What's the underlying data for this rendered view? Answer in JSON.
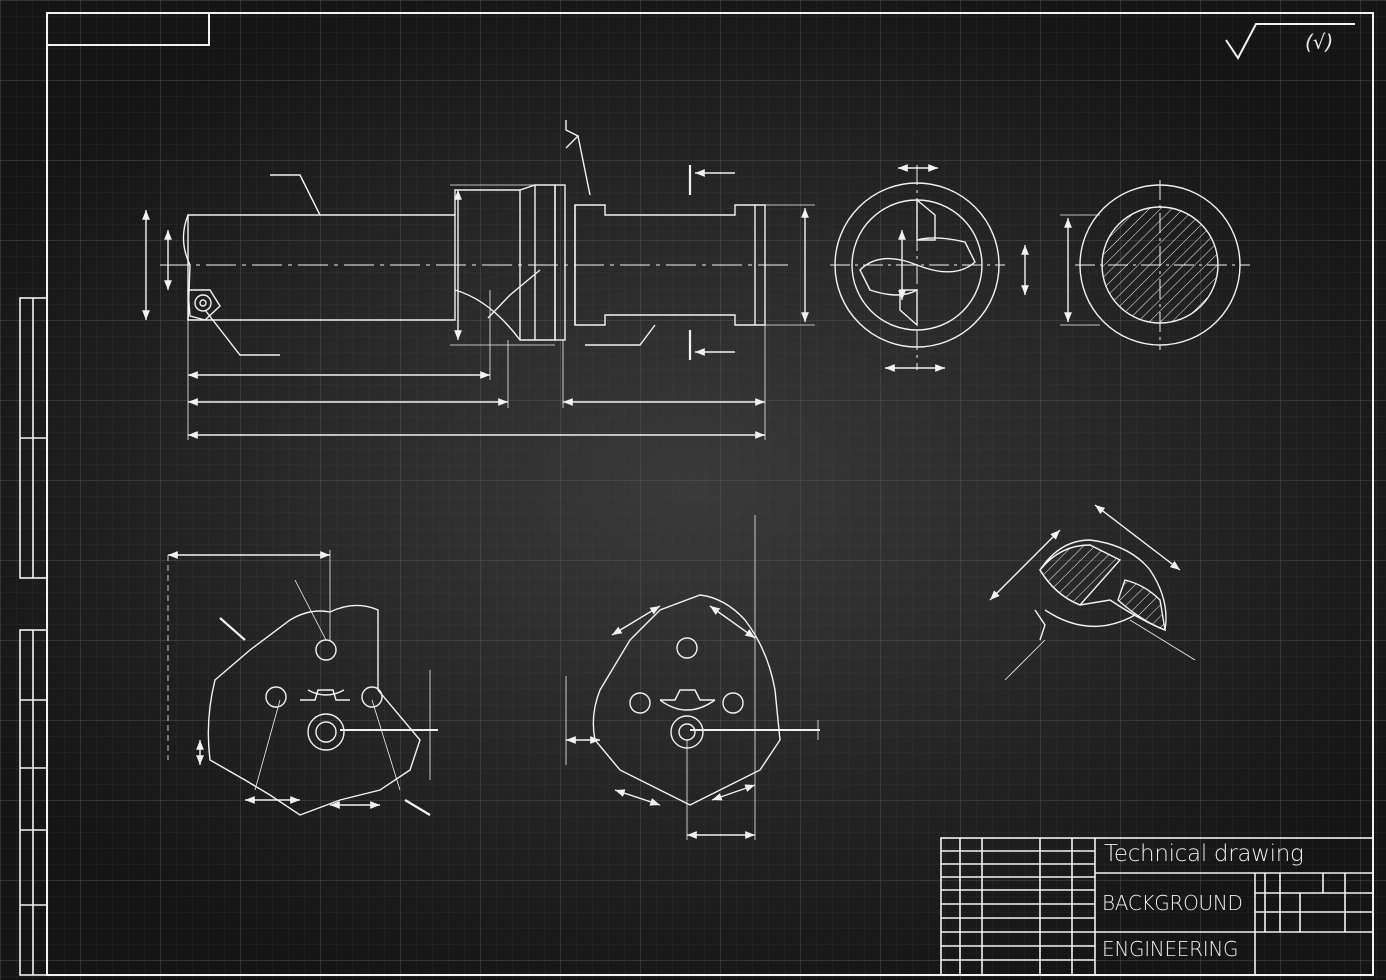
{
  "title_block": {
    "title": "Technical drawing",
    "line1": "BACKGROUND",
    "line2": "ENGINEERING"
  },
  "roughness_mark": "(√)",
  "colors": {
    "background": "#2a2a2a",
    "grid_minor": "#3a3a3a",
    "grid_major": "#555555",
    "line": "#f2f2f2"
  },
  "icons": [
    "surface-roughness-icon"
  ]
}
